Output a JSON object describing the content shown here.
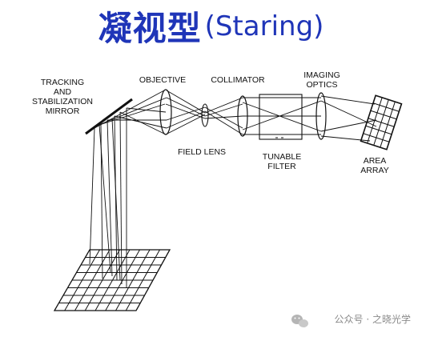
{
  "title": {
    "cn": "凝视型",
    "en": "(Staring)"
  },
  "labels": {
    "tracking_mirror": [
      "TRACKING",
      "AND",
      "STABILIZATION",
      "MIRROR"
    ],
    "objective": "OBJECTIVE",
    "collimator": "COLLIMATOR",
    "imaging_optics": [
      "IMAGING",
      "OPTICS"
    ],
    "field_lens": "FIELD LENS",
    "tunable_filter": [
      "TUNABLE",
      "FILTER"
    ],
    "area_array": [
      "AREA",
      "ARRAY"
    ]
  },
  "watermark": "公众号 · 之晓光学",
  "colors": {
    "title": "#1f35b8",
    "line": "#111111",
    "watermark": "#8a8a8a"
  }
}
